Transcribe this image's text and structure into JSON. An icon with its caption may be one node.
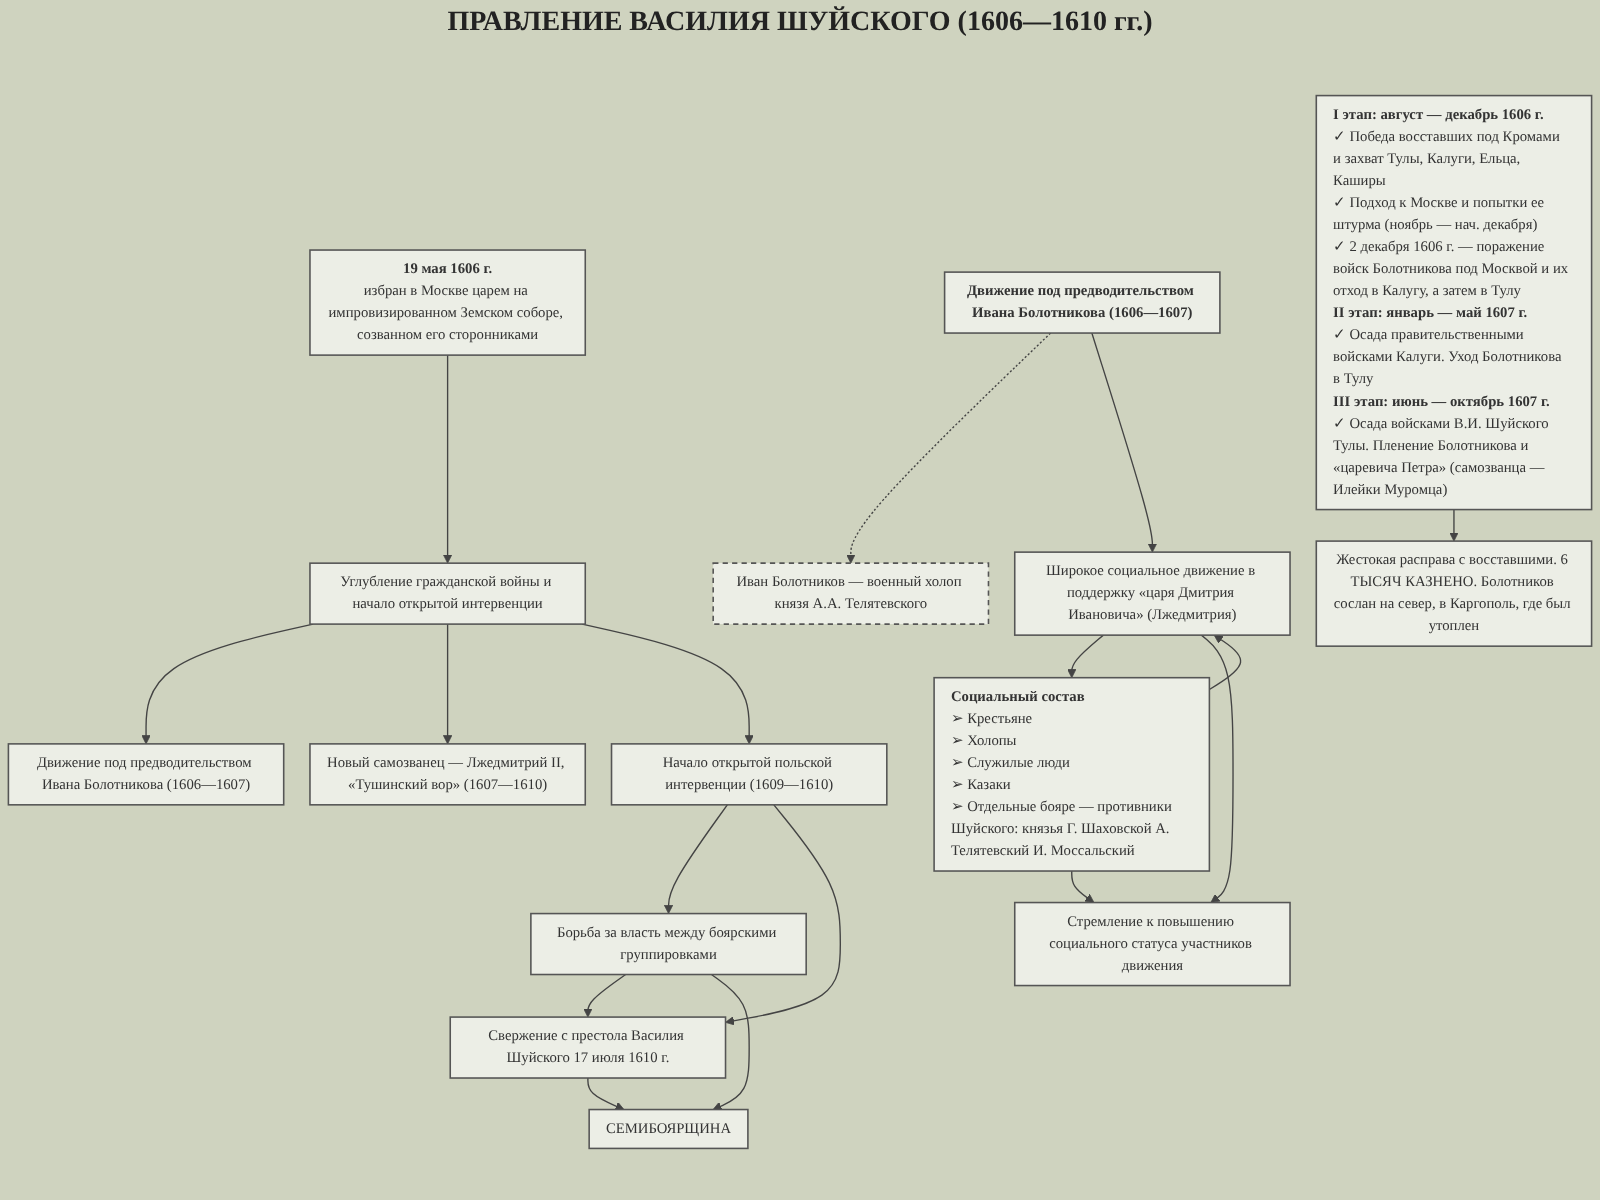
{
  "diagram": {
    "title": "ПРАВЛЕНИЕ ВАСИЛИЯ ШУЙСКОГО (1606—1610 гг.)",
    "nodes": [
      {
        "text": [
          "19 мая 1606 г.",
          "избран в Москве царем на импровизированном Земском соборе, созванном его сторонниками"
        ]
      },
      {
        "text": [
          "Углубление гражданской войны и начало открытой интервенции"
        ]
      },
      {
        "text": [
          "Движение под предводительством Ивана Болотникова (1606—1607)"
        ]
      },
      {
        "text": [
          "Новый самозванец — Лжедмитрий II, «Тушинский вор» (1607—1610)"
        ]
      },
      {
        "text": [
          "Начало открытой польской интервенции (1609—1610)"
        ]
      },
      {
        "text": [
          "Борьба за власть между боярскими группировками"
        ]
      },
      {
        "text": [
          "Свержение с престола Василия Шуйского 17 июля 1610 г."
        ]
      },
      {
        "text": [
          "СЕМИБОЯРЩИНА"
        ]
      },
      {
        "text": [
          "Движение под предводительством Ивана Болотникова (1606—1607)"
        ]
      },
      {
        "text": [
          "Иван Болотников — военный холоп князя А.А. Телятевского"
        ]
      },
      {
        "text": [
          "Широкое социальное движение в поддержку «царя Дмитрия Ивановича» (Лжедмитрия)"
        ]
      },
      {
        "text": [
          "Социальный состав",
          "➢ Крестьяне",
          "➢ Холопы",
          "➢ Служилые люди",
          "➢ Казаки",
          "➢ Отдельные бояре — противники Шуйского: князья Г. Шаховской А. Телятевский И. Моссальский"
        ]
      },
      {
        "text": [
          "Стремление к повышению социального статуса участников движения"
        ]
      },
      {
        "text": [
          "I этап: август — декабрь 1606 г.",
          "✓ Победа восставших под Кромами и захват Тулы, Калуги, Ельца, Каширы",
          "✓ Подход к Москве и попытки ее штурма (ноябрь — нач. декабря)",
          "✓ 2 декабря 1606 г. — поражение войск Болотникова под Москвой и их отход в Калугу, а затем в Тулу",
          "II этап: январь — май 1607 г.",
          "✓ Осада правительственными войсками Калуги. Уход Болотникова в Тулу",
          "III этап: июнь — октябрь 1607 г.",
          "✓ Осада войсками В.И. Шуйского Тулы. Пленение Болотникова и «царевича Петра» (самозванца — Илейки Муромца)"
        ]
      },
      {
        "text": [
          "Жестокая расправа с восставшими. 6 ТЫСЯЧ КАЗНЕНО. Болотников сослан на север, в Каргополь, где был утоплен"
        ]
      }
    ],
    "edges": [
      {
        "from": 0,
        "to": 1,
        "arrow": "to"
      },
      {
        "from": 1,
        "to": 2,
        "arrow": "to"
      },
      {
        "from": 1,
        "to": 3,
        "arrow": "to"
      },
      {
        "from": 1,
        "to": 4,
        "arrow": "to"
      },
      {
        "from": 4,
        "to": 5,
        "arrow": "to"
      },
      {
        "from": 4,
        "to": 6,
        "arrow": "to"
      },
      {
        "from": 5,
        "to": 6,
        "arrow": "to"
      },
      {
        "from": 5,
        "to": 7,
        "arrow": "to"
      },
      {
        "from": 6,
        "to": 7,
        "arrow": "to"
      },
      {
        "from": 8,
        "to": 9,
        "arrow": "to",
        "style": "dashed"
      },
      {
        "from": 8,
        "to": 10,
        "arrow": "to"
      },
      {
        "from": 10,
        "to": 11,
        "arrow": "to"
      },
      {
        "from": 11,
        "to": 10,
        "arrow": "to"
      },
      {
        "from": 10,
        "to": 12,
        "arrow": "to"
      },
      {
        "from": 11,
        "to": 12,
        "arrow": "to"
      },
      {
        "from": 13,
        "to": 14,
        "arrow": "to"
      }
    ]
  }
}
